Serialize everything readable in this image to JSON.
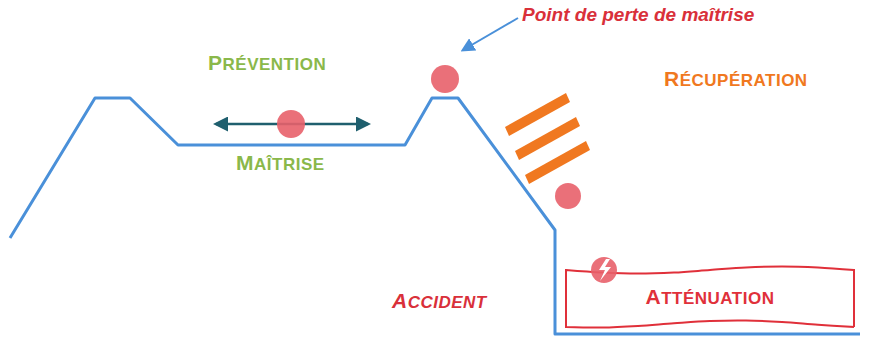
{
  "diagram": {
    "nodes": [
      {
        "text": [
          "ATTÉNUATION"
        ]
      }
    ],
    "labels": [
      "PRÉVENTION",
      "MAÎTRISE",
      "Point de perte de maîtrise",
      "RÉCUPÉRATION",
      "ACCIDENT"
    ]
  }
}
